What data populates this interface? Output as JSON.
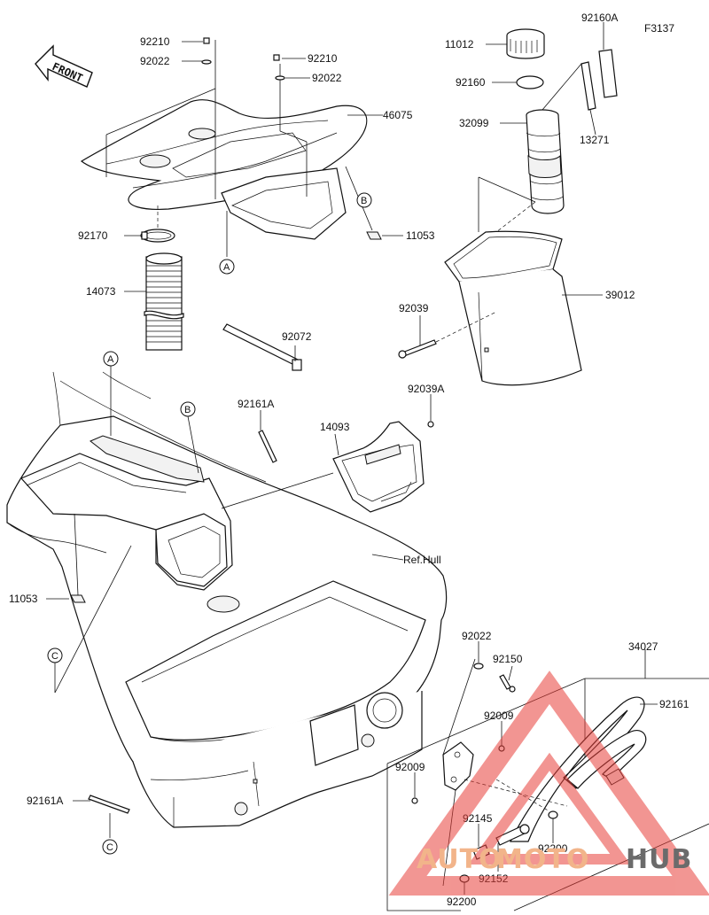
{
  "figure_code": "F3137",
  "front_label": "FRONT",
  "ref_label": "Ref.Hull",
  "watermark": {
    "part1": "AUTO",
    "part2": "MOTO",
    "part3": "HUB",
    "accent": "#e8403a",
    "secondary": "#6b6b6b"
  },
  "callouts": {
    "a": "A",
    "b": "B",
    "c": "C"
  },
  "parts": {
    "p92210_a": "92210",
    "p92022_a": "92022",
    "p92210_b": "92210",
    "p92022_b": "92022",
    "p46075": "46075",
    "p11053_a": "11053",
    "p92170": "92170",
    "p14073": "14073",
    "p92072": "92072",
    "p11012": "11012",
    "p92160A": "92160A",
    "p92160": "92160",
    "p32099": "32099",
    "p13271": "13271",
    "p39012": "39012",
    "p92039": "92039",
    "p92039A": "92039A",
    "p92161A_a": "92161A",
    "p14093": "14093",
    "p11053_b": "11053",
    "p92022_c": "92022",
    "p92150": "92150",
    "p34027": "34027",
    "p92161": "92161",
    "p92009_a": "92009",
    "p92009_b": "92009",
    "p92145": "92145",
    "p92200_a": "92200",
    "p92152": "92152",
    "p92200_b": "92200",
    "p92161A_b": "92161A"
  }
}
